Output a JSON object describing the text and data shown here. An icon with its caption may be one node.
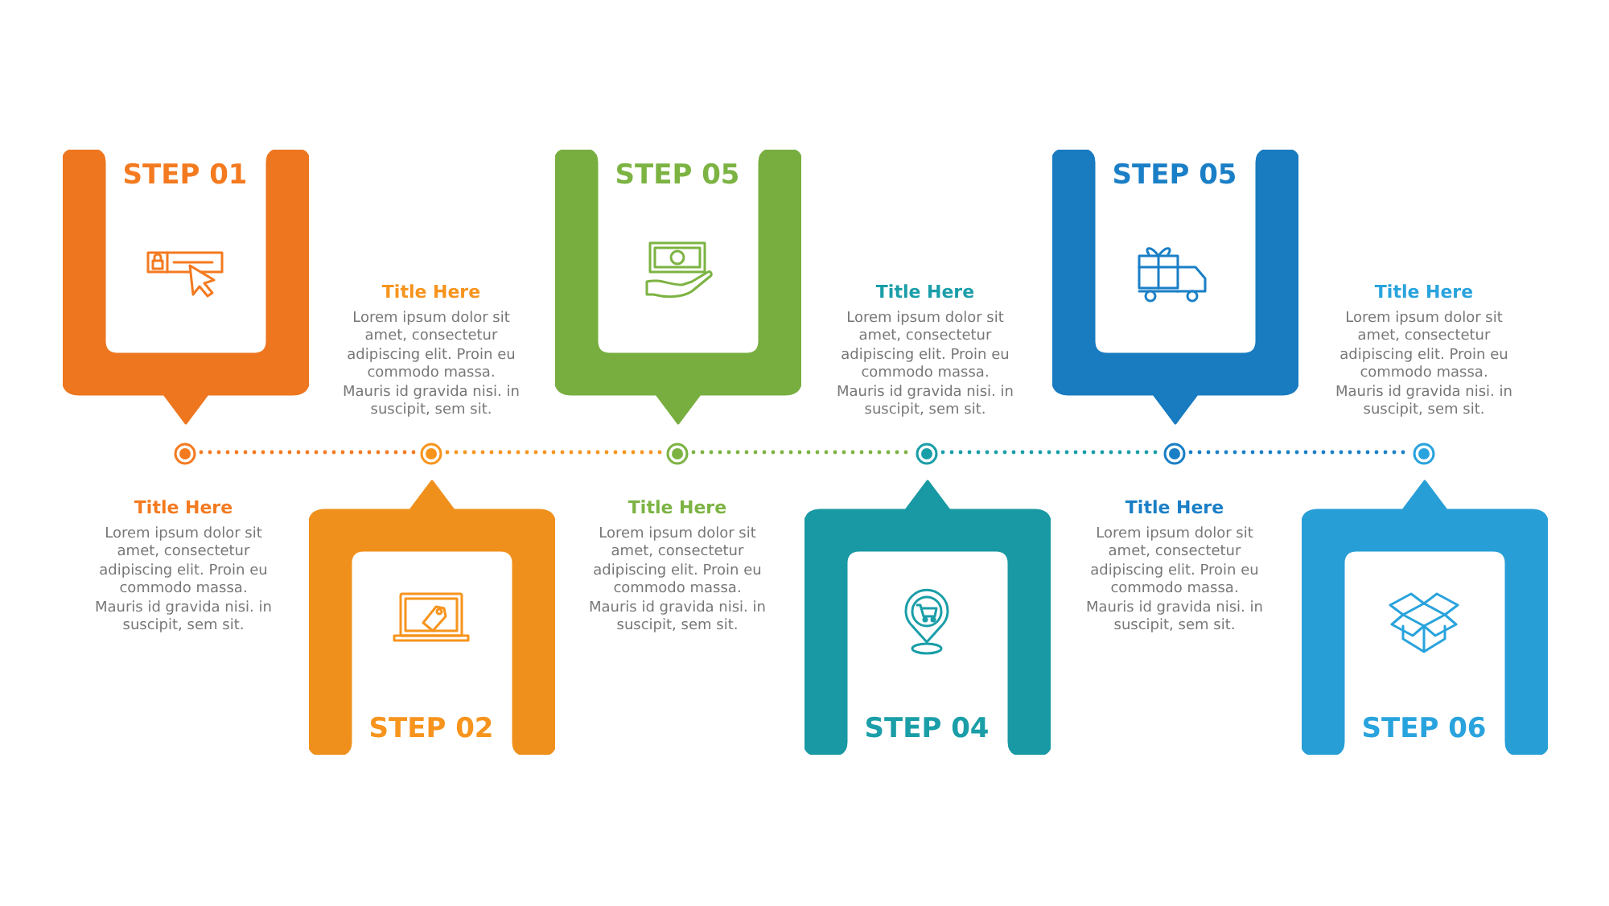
{
  "diagram": {
    "nodes": [
      {
        "text": [
          "STEP 01"
        ]
      },
      {
        "text": [
          "STEP 02"
        ]
      },
      {
        "text": [
          "STEP 05"
        ]
      },
      {
        "text": [
          "STEP 04"
        ]
      },
      {
        "text": [
          "STEP 05"
        ]
      },
      {
        "text": [
          "STEP 06"
        ]
      },
      {
        "text": [],
        "shape": "circle"
      },
      {
        "text": [],
        "shape": "circle"
      },
      {
        "text": [],
        "shape": "circle"
      },
      {
        "text": [],
        "shape": "circle"
      },
      {
        "text": [],
        "shape": "circle"
      },
      {
        "text": [],
        "shape": "circle"
      }
    ],
    "edges": [
      {
        "from": 6,
        "to": 7,
        "arrow": "none",
        "style": "dashed",
        "color": "#f47a20"
      },
      {
        "from": 7,
        "to": 8,
        "arrow": "none",
        "style": "dashed",
        "color": "#f7941d"
      },
      {
        "from": 8,
        "to": 9,
        "arrow": "none",
        "style": "dashed",
        "color": "#7cb342"
      },
      {
        "from": 9,
        "to": 10,
        "arrow": "none",
        "style": "dashed",
        "color": "#1a9ea8"
      },
      {
        "from": 10,
        "to": 11,
        "arrow": "none",
        "style": "dashed",
        "color": "#1a7fc6"
      }
    ],
    "labels": [
      "Title Here",
      "Lorem ipsum dolor sit amet, consectetur adipiscing elit. Proin eu commodo massa. Mauris id gravida nisi. in suscipit, sem sit.",
      "Title Here",
      "Lorem ipsum dolor sit amet, consectetur adipiscing elit. Proin eu commodo massa. Mauris id gravida nisi. in suscipit, sem sit.",
      "Title Here",
      "Lorem ipsum dolor sit amet, consectetur adipiscing elit. Proin eu commodo massa. Mauris id gravida nisi. in suscipit, sem sit.",
      "Title Here",
      "Lorem ipsum dolor sit amet, consectetur adipiscing elit. Proin eu commodo massa. Mauris id gravida nisi. in suscipit, sem sit.",
      "Title Here",
      "Lorem ipsum dolor sit amet, consectetur adipiscing elit. Proin eu commodo massa. Mauris id gravida nisi. in suscipit, sem sit.",
      "Title Here",
      "Lorem ipsum dolor sit amet, consectetur adipiscing elit. Proin eu commodo massa. Mauris id gravida nisi. in suscipit, sem sit."
    ]
  }
}
